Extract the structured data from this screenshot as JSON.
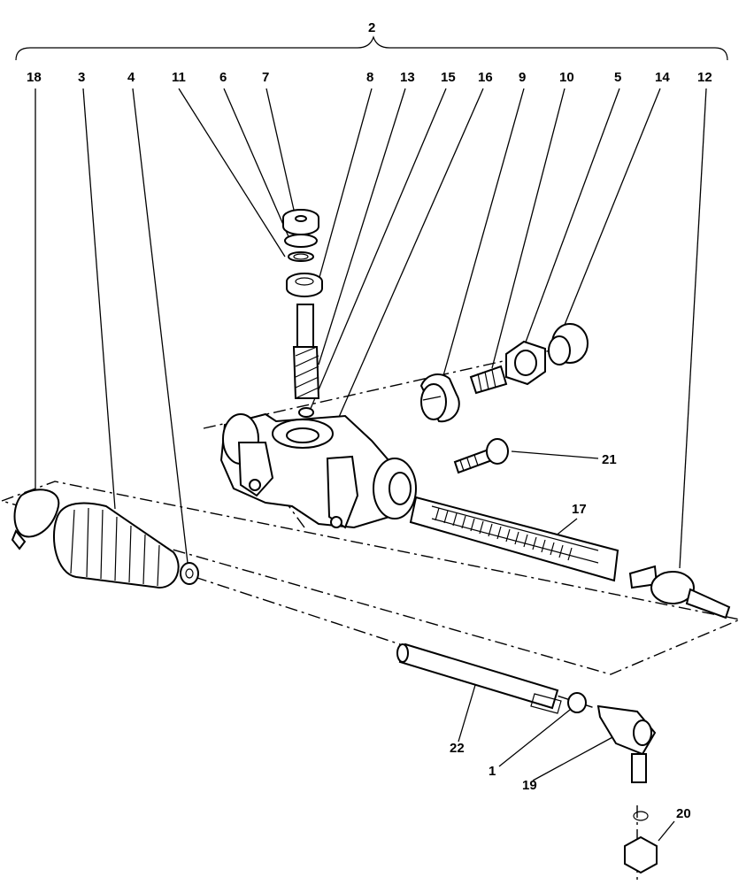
{
  "diagram": {
    "type": "exploded-parts-view",
    "callouts": {
      "c1": "1",
      "c2": "2",
      "c3": "3",
      "c4": "4",
      "c5": "5",
      "c6": "6",
      "c7": "7",
      "c8": "8",
      "c9": "9",
      "c10": "10",
      "c11": "11",
      "c12": "12",
      "c13": "13",
      "c14": "14",
      "c15": "15",
      "c16": "16",
      "c17": "17",
      "c18": "18",
      "c19": "19",
      "c20": "20",
      "c21": "21",
      "c22": "22"
    }
  }
}
